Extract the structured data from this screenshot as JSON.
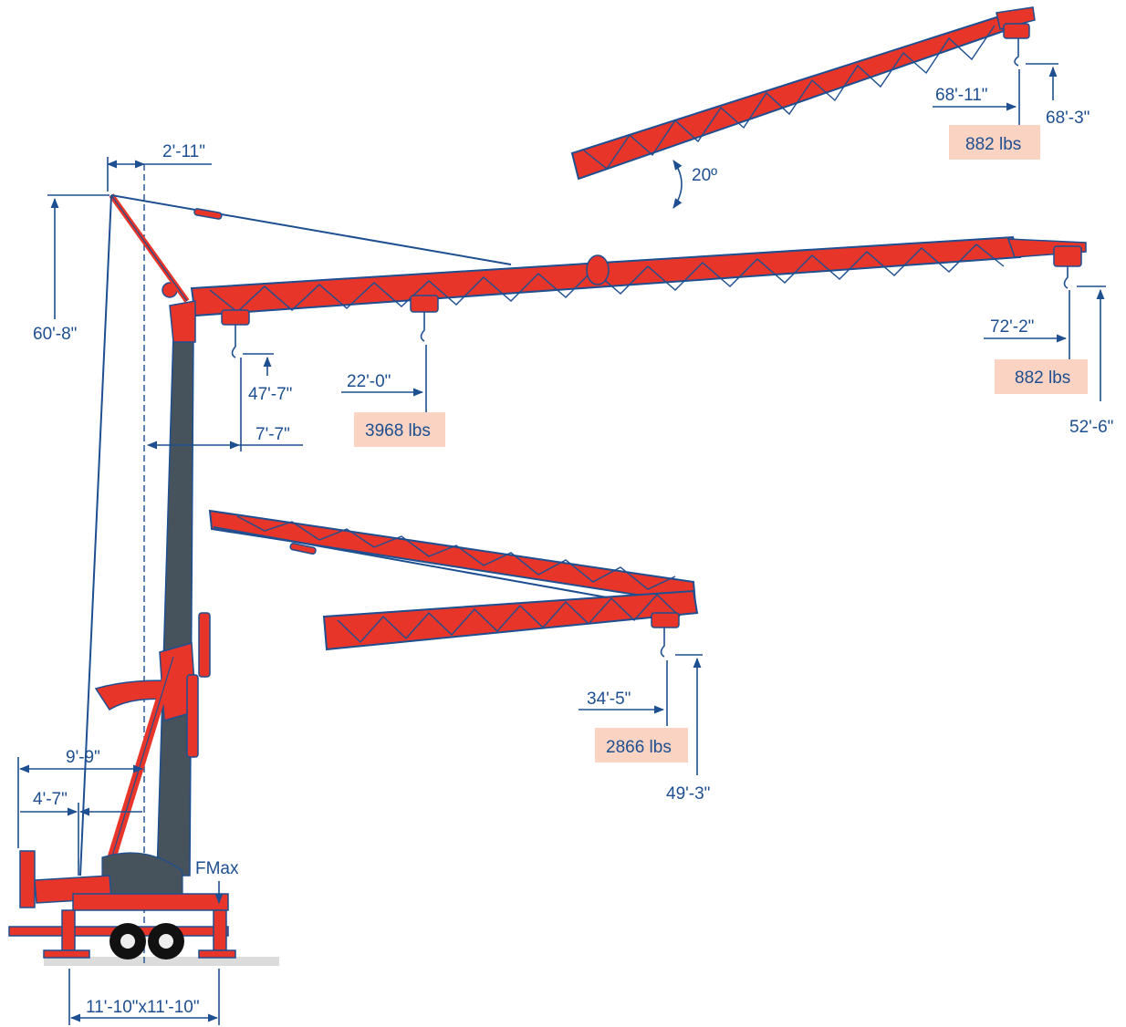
{
  "colors": {
    "boom": "#e8352a",
    "outline": "#1d4f91",
    "mast": "#46525c",
    "label_box": "#fbd3c2"
  },
  "dimensions": {
    "top_offset": "2'-11\"",
    "mast_height": "60'-8\"",
    "short_reach": "7'-7\"",
    "short_hook_height": "47'-7\"",
    "mid_reach": "22'-0\"",
    "tip_reach_horizontal": "72'-2\"",
    "tip_height_horizontal": "52'-6\"",
    "tip_reach_raised": "68'-11\"",
    "tip_height_raised": "68'-3\"",
    "raised_angle": "20º",
    "folded_reach": "34'-5\"",
    "folded_height": "49'-3\"",
    "ballast_9": "9'-9\"",
    "ballast_4": "4'-7\"",
    "outrigger_base": "11'-10\"x11'-10\"",
    "fmax": "FMax"
  },
  "loads": {
    "raised_tip": "882 lbs",
    "horizontal_tip": "882 lbs",
    "mid": "3968 lbs",
    "folded_tip": "2866 lbs"
  }
}
